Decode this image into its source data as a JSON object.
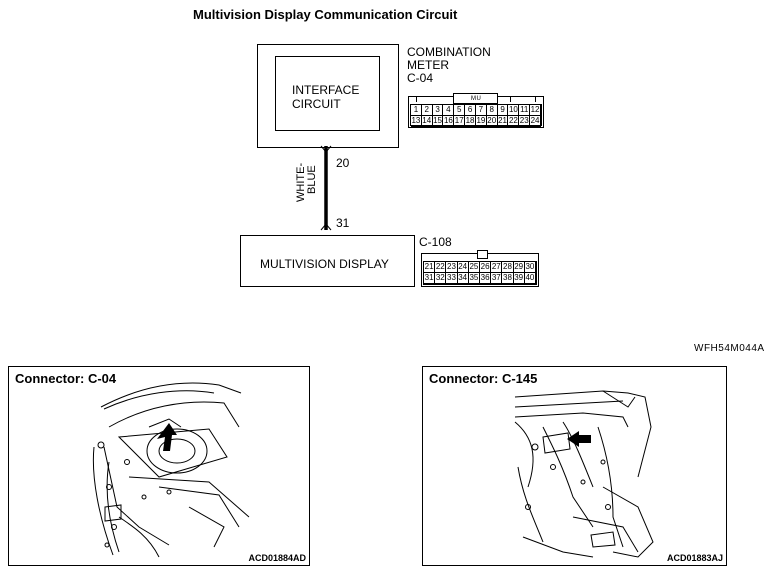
{
  "title": "Multivision Display Communication Circuit",
  "meter": {
    "label_line1": "COMBINATION",
    "label_line2": "METER",
    "connector": "C-04",
    "interface_line1": "INTERFACE",
    "interface_line2": "CIRCUIT",
    "connector_tag": "MU",
    "pins_row1": [
      "1",
      "2",
      "3",
      "4",
      "5",
      "6",
      "7",
      "8",
      "9",
      "10",
      "11",
      "12"
    ],
    "pins_row2": [
      "13",
      "14",
      "15",
      "16",
      "17",
      "18",
      "19",
      "20",
      "21",
      "22",
      "23",
      "24"
    ]
  },
  "wire": {
    "color_line1": "WHITE-",
    "color_line2": "BLUE",
    "pin_top": "20",
    "pin_bottom": "31"
  },
  "display": {
    "label": "MULTIVISION DISPLAY",
    "connector": "C-108",
    "pins_row1": [
      "21",
      "22",
      "23",
      "24",
      "25",
      "26",
      "27",
      "28",
      "29",
      "30"
    ],
    "pins_row2": [
      "31",
      "32",
      "33",
      "34",
      "35",
      "36",
      "37",
      "38",
      "39",
      "40"
    ]
  },
  "figure_code": "WFH54M044A",
  "panels": [
    {
      "title": "Connector: C-04",
      "code": "ACD01884AD",
      "illustration": "dashboard-connector-location-illustration"
    },
    {
      "title": "Connector: C-145",
      "code": "ACD01883AJ",
      "illustration": "dashboard-connector-location-illustration"
    }
  ]
}
